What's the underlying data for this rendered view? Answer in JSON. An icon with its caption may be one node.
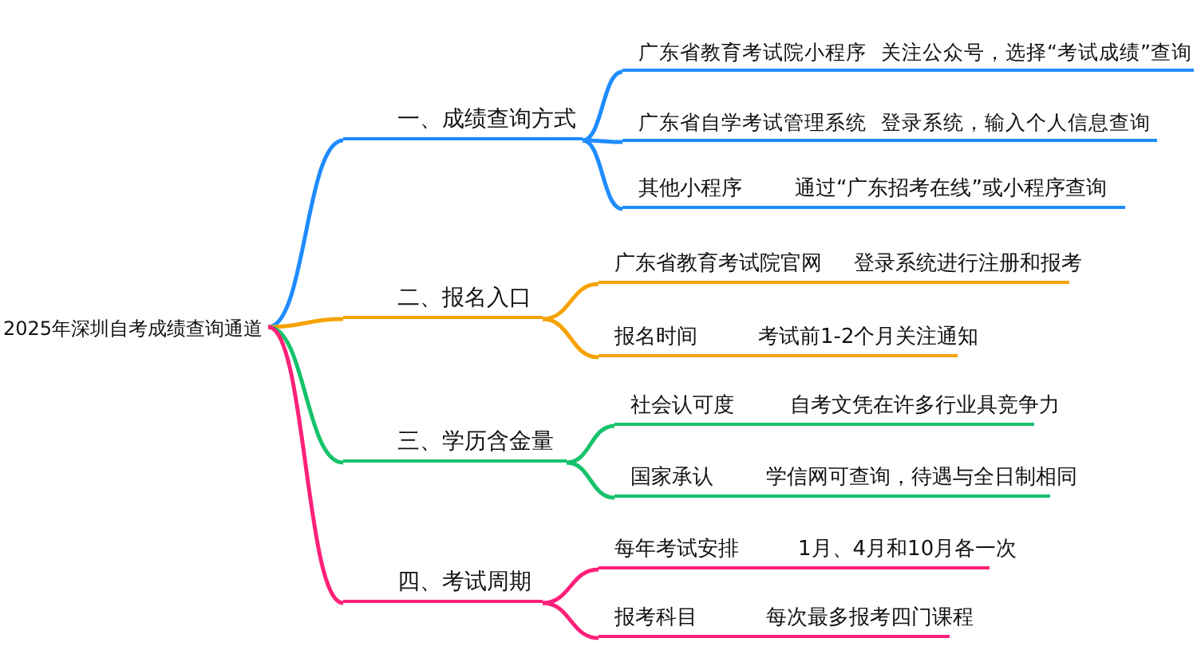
{
  "diagram": {
    "nodes": [
      {
        "text": [
          "2025年深圳自考成绩查询通道"
        ]
      },
      {
        "text": [
          "一、成绩查询方式"
        ]
      },
      {
        "text": [
          "广东省教育考试院小程序",
          "关注公众号，选择“考试成绩”查询"
        ]
      },
      {
        "text": [
          "广东省自学考试管理系统",
          "登录系统，输入个人信息查询"
        ]
      },
      {
        "text": [
          "其他小程序",
          "通过“广东招考在线”或小程序查询"
        ]
      },
      {
        "text": [
          "二、报名入口"
        ]
      },
      {
        "text": [
          "广东省教育考试院官网",
          "登录系统进行注册和报考"
        ]
      },
      {
        "text": [
          "报名时间",
          "考试前1-2个月关注通知"
        ]
      },
      {
        "text": [
          "三、学历含金量"
        ]
      },
      {
        "text": [
          "社会认可度",
          "自考文凭在许多行业具竞争力"
        ]
      },
      {
        "text": [
          "国家承认",
          "学信网可查询，待遇与全日制相同"
        ]
      },
      {
        "text": [
          "四、考试周期"
        ]
      },
      {
        "text": [
          "每年考试安排",
          "1月、4月和10月各一次"
        ]
      },
      {
        "text": [
          "报考科目",
          "每次最多报考四门课程"
        ]
      }
    ],
    "edges": [
      {
        "from": 0,
        "to": 1,
        "arrow": "none",
        "color": "#1e8cff"
      },
      {
        "from": 1,
        "to": 2,
        "arrow": "none",
        "color": "#1e8cff"
      },
      {
        "from": 1,
        "to": 3,
        "arrow": "none",
        "color": "#1e8cff"
      },
      {
        "from": 1,
        "to": 4,
        "arrow": "none",
        "color": "#1e8cff"
      },
      {
        "from": 0,
        "to": 5,
        "arrow": "none",
        "color": "#f5a300"
      },
      {
        "from": 5,
        "to": 6,
        "arrow": "none",
        "color": "#f5a300"
      },
      {
        "from": 5,
        "to": 7,
        "arrow": "none",
        "color": "#f5a300"
      },
      {
        "from": 0,
        "to": 8,
        "arrow": "none",
        "color": "#16c26b"
      },
      {
        "from": 8,
        "to": 9,
        "arrow": "none",
        "color": "#16c26b"
      },
      {
        "from": 8,
        "to": 10,
        "arrow": "none",
        "color": "#16c26b"
      },
      {
        "from": 0,
        "to": 11,
        "arrow": "none",
        "color": "#ff2079"
      },
      {
        "from": 11,
        "to": 12,
        "arrow": "none",
        "color": "#ff2079"
      },
      {
        "from": 11,
        "to": 13,
        "arrow": "none",
        "color": "#ff2079"
      }
    ]
  }
}
